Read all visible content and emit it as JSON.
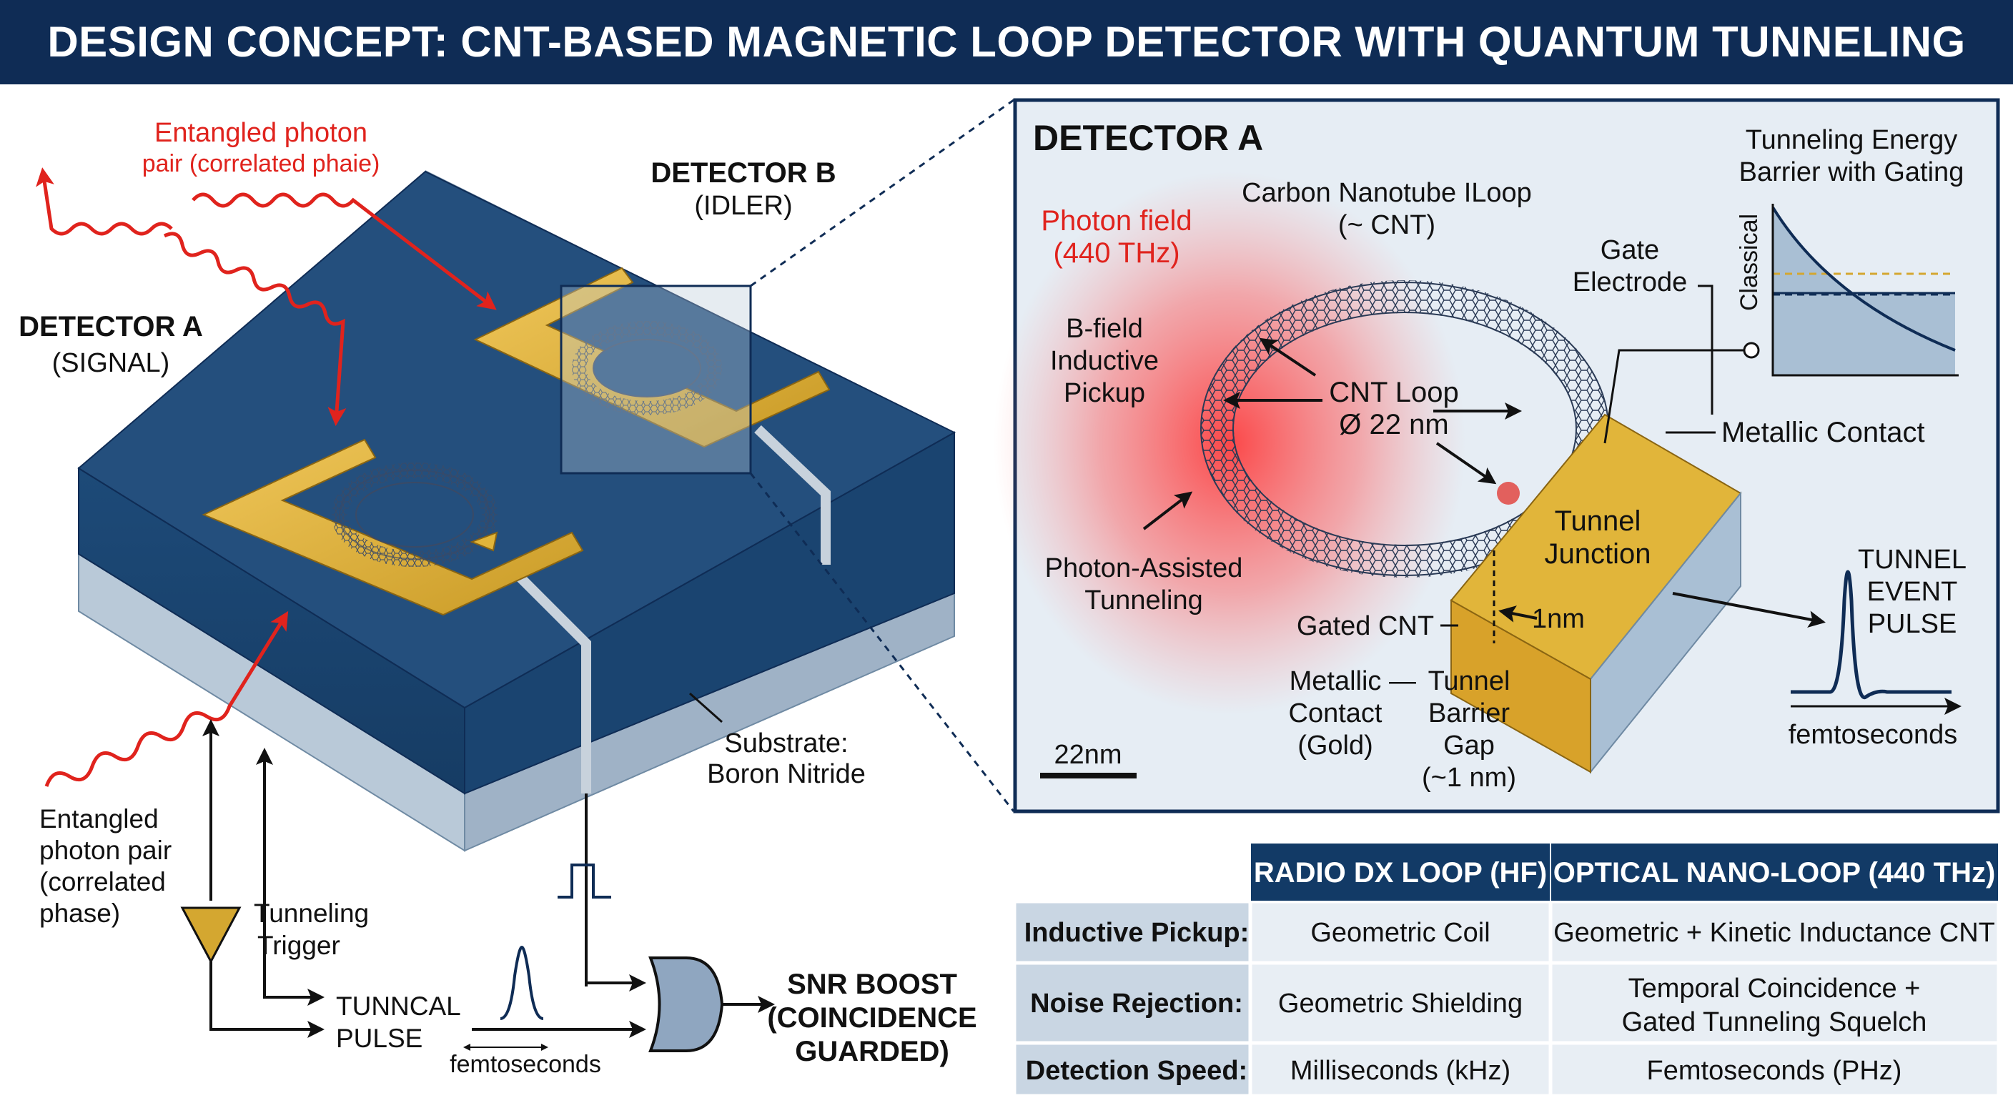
{
  "title": "DESIGN CONCEPT: CNT-BASED MAGNETIC LOOP DETECTOR WITH QUANTUM TUNNELING FOR ENTANGLED PHOTONS",
  "left": {
    "photon_pair_top": [
      "Entangled photon",
      "pair (correlated phaie)"
    ],
    "detector_b": {
      "name": "DETECTOR B",
      "sub": "(IDLER)"
    },
    "detector_a": {
      "name": "DETECTOR A",
      "sub": "(SIGNAL)"
    },
    "substrate": [
      "Substrate:",
      "Boron Nitride"
    ],
    "photon_pair_bottom": [
      "Entangled",
      "photon pair",
      "(correlated",
      "phase)"
    ],
    "tunneling_trigger": [
      "Tunneling",
      "Trigger"
    ],
    "tunncal_pulse": [
      "TUNNCAL",
      "PULSE"
    ],
    "femtoseconds": "femtoseconds",
    "snr": [
      "SNR BOOST",
      "(COINCIDENCE",
      "GUARDED)"
    ]
  },
  "inset": {
    "heading": "DETECTOR A",
    "photon_field": [
      "Photon field",
      "(440 THz)"
    ],
    "cnt_loop_label": [
      "Carbon Nanotube ILoop",
      "(~ CNT)"
    ],
    "bfield": [
      "B-field",
      "Inductive",
      "Pickup"
    ],
    "cnt_loop_center": [
      "CNT Loop",
      "Ø 22 nm"
    ],
    "photon_assisted": [
      "Photon-Assisted",
      "Tunneling"
    ],
    "gate_electrode": [
      "Gate",
      "Electrode"
    ],
    "metallic_contact": "Metallic Contact",
    "tunnel_junction": [
      "Tunnel",
      "Junction"
    ],
    "gated_cnt": "Gated CNT",
    "one_nm": "1nm",
    "metallic_contact_gold": [
      "Metallic",
      "Contact",
      "(Gold)"
    ],
    "dash": "—",
    "tunnel_barrier_gap": [
      "Tunnel",
      "Barrier",
      "Gap",
      "(~1 nm)"
    ],
    "scale": "22nm",
    "barrier_chart_title": [
      "Tunneling Energy",
      "Barrier with Gating"
    ],
    "classical": "Classical",
    "tunnel_event": [
      "TUNNEL",
      "EVENT",
      "PULSE"
    ],
    "femtoseconds": "femtoseconds"
  },
  "table": {
    "headers": [
      "",
      "RADIO DX LOOP (HF)",
      "OPTICAL NANO-LOOP (440 THz)"
    ],
    "rows": [
      {
        "label": "Inductive Pickup:",
        "radio": [
          "Geometric Coil"
        ],
        "optical": [
          "Geometric + Kinetic Inductance CNT"
        ]
      },
      {
        "label": "Noise Rejection:",
        "radio": [
          "Geometric Shielding"
        ],
        "optical": [
          "Temporal Coincidence +",
          "Gated Tunneling Squelch"
        ]
      },
      {
        "label": "Detection Speed:",
        "radio": [
          "Milliseconds (kHz)"
        ],
        "optical": [
          "Femtoseconds (PHz)"
        ]
      }
    ]
  },
  "colors": {
    "navy": "#0f2c55",
    "slab_top": "#1f4f7f",
    "gold": "#e1b53a",
    "photon_red": "#e0231d",
    "table_header": "#123a66",
    "row_label": "#c9d6e3",
    "row_cell": "#e8eef4"
  }
}
